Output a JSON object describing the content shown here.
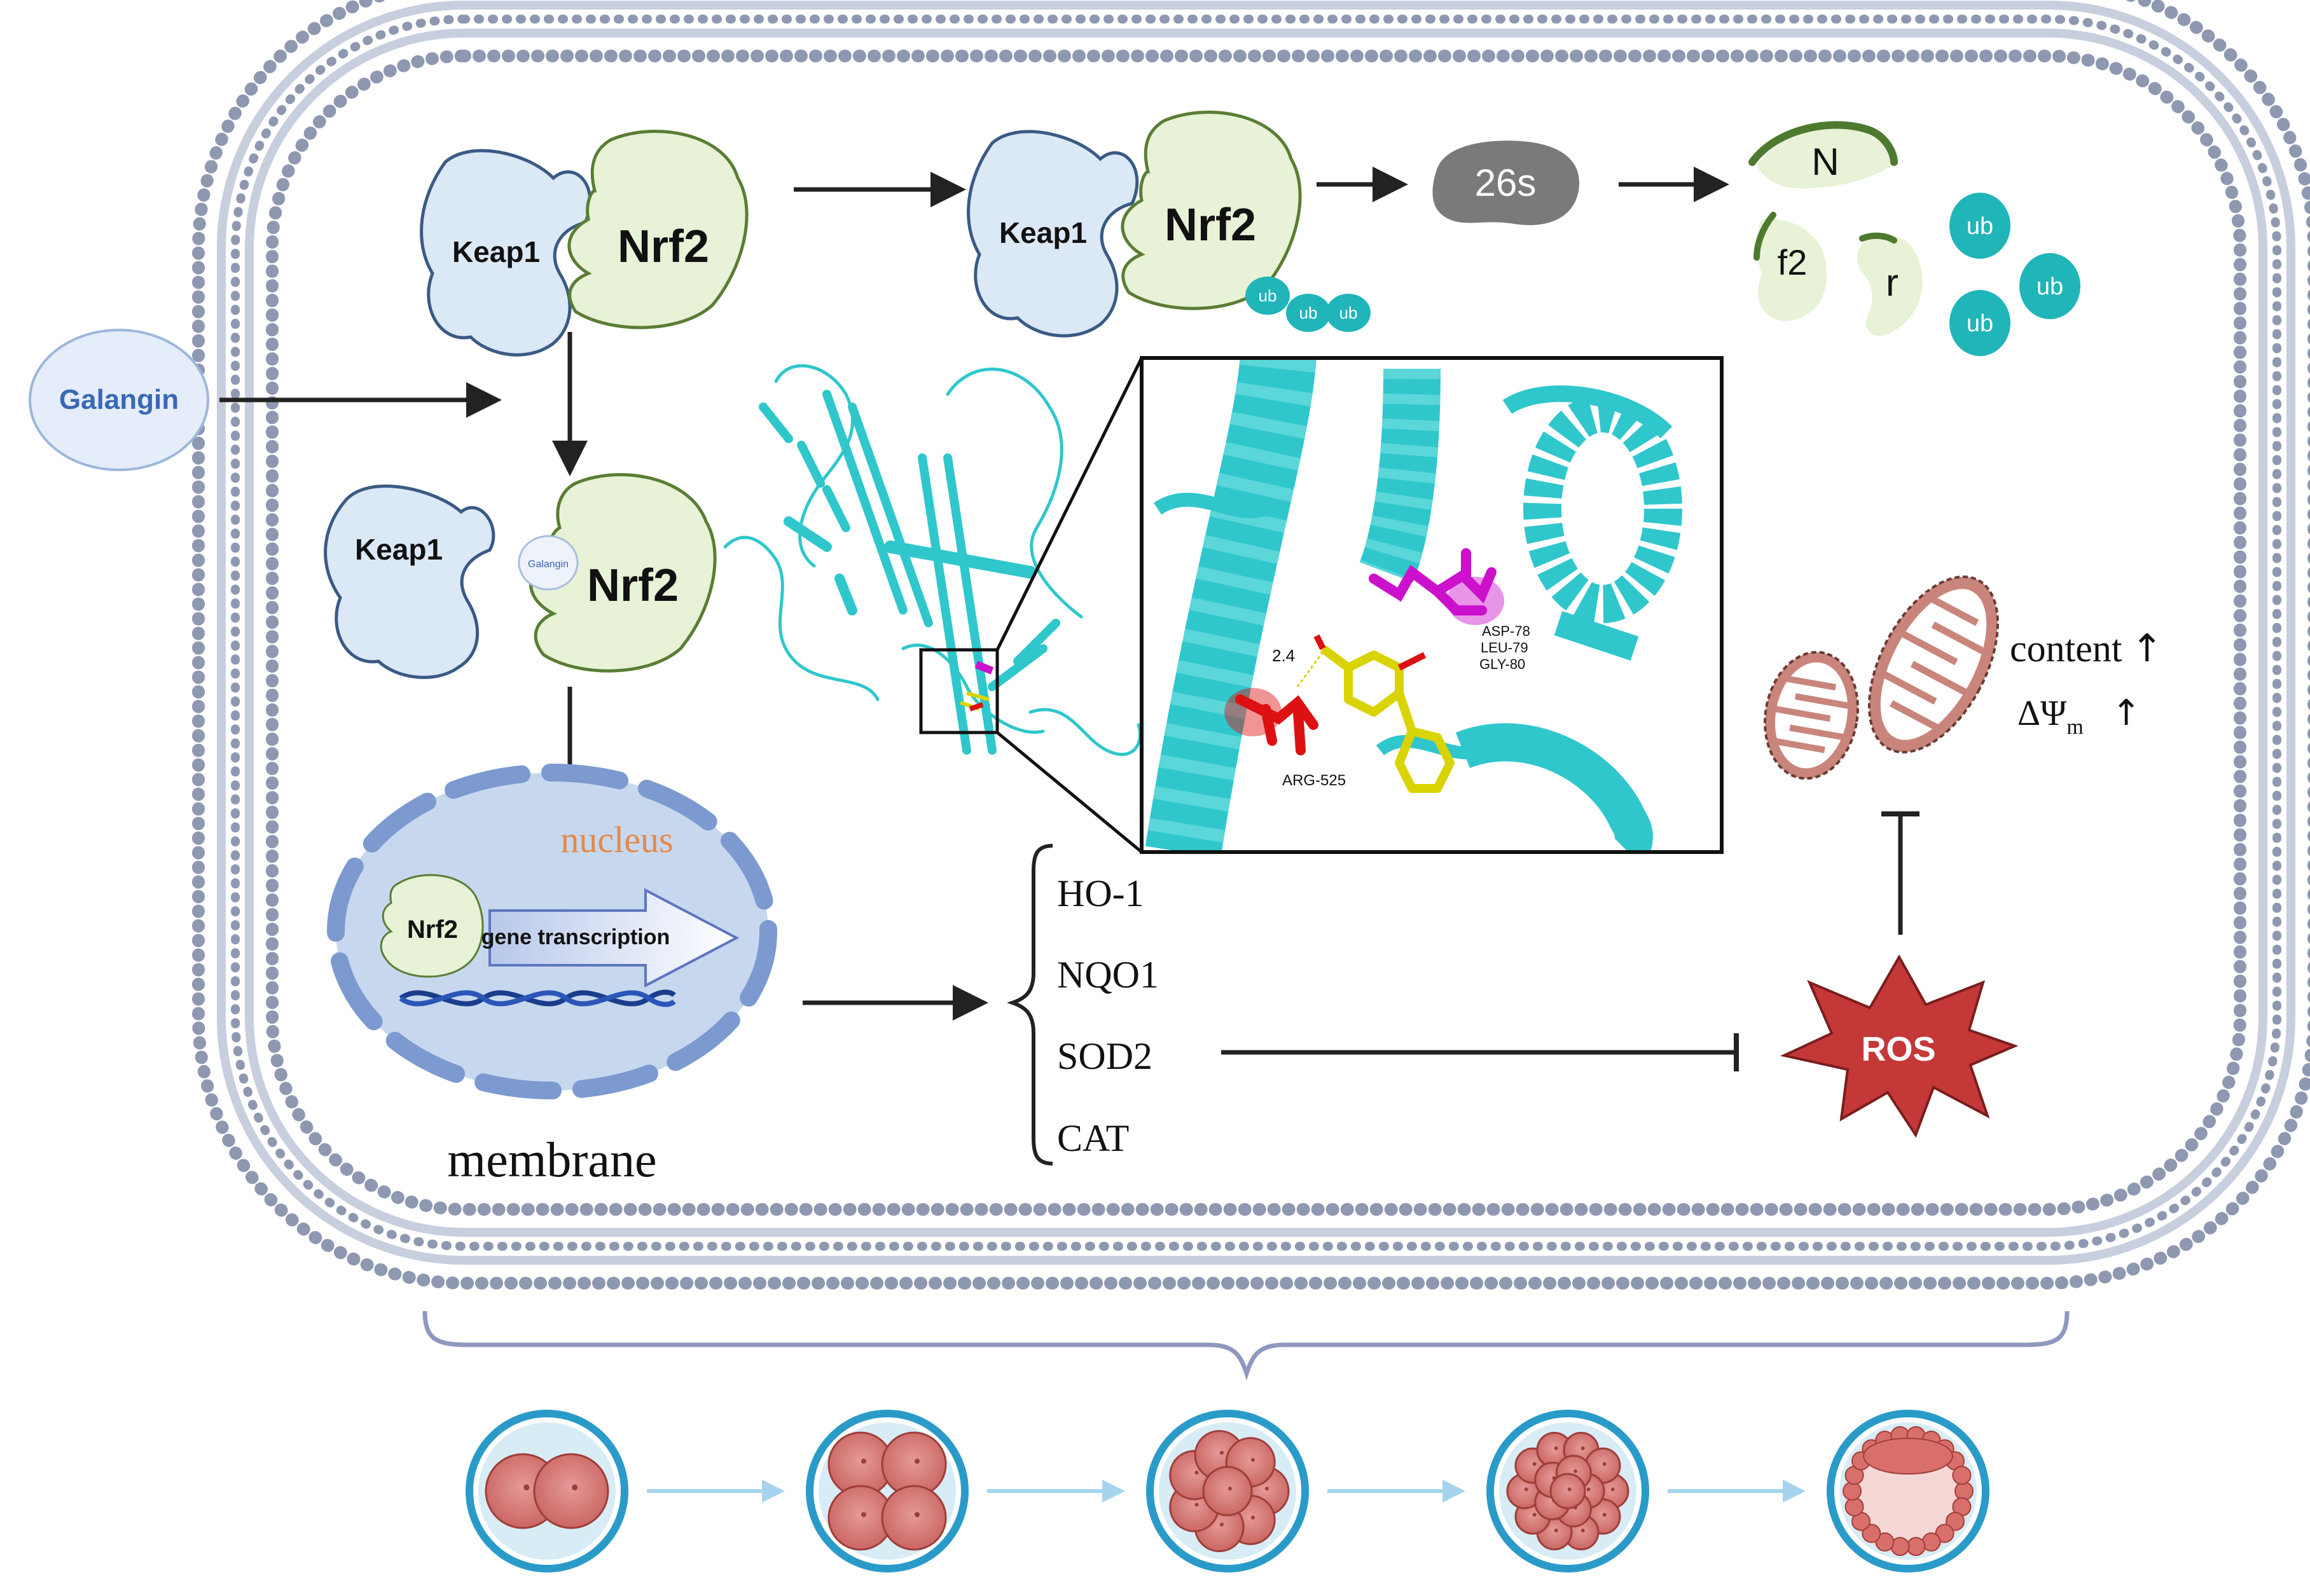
{
  "labels": {
    "galangin": "Galangin",
    "keap1_a": "Keap1",
    "nrf2_a": "Nrf2",
    "keap1_b": "Keap1",
    "nrf2_b": "Nrf2",
    "ub_small_1": "ub",
    "ub_small_2": "ub",
    "ub_small_3": "ub",
    "proteasome": "26s",
    "frag_n": "N",
    "frag_f2": "f2",
    "frag_r": "r",
    "ub_free_1": "ub",
    "ub_free_2": "ub",
    "ub_free_3": "ub",
    "keap1_c": "Keap1",
    "galangin_small": "Galangin",
    "nrf2_c": "Nrf2",
    "nucleus": "nucleus",
    "nrf2_nucleus": "Nrf2",
    "gene_transcription": "gene transcription",
    "membrane": "membrane",
    "genes": [
      "HO-1",
      "NQO1",
      "SOD2",
      "CAT"
    ],
    "ros": "ROS",
    "content": "content",
    "content_arrow": "↑",
    "delta_psi": "ΔΨ",
    "delta_psi_sub": "m",
    "delta_arrow": "↑",
    "docking": {
      "distance": "2.4",
      "residue_arg": "ARG-525",
      "residue_asp": "ASP-78",
      "residue_leu": "LEU-79",
      "residue_gly": "GLY-80"
    }
  },
  "colors": {
    "membrane_dot": "#8e98b0",
    "keap1_fill": "#dbe8f6",
    "keap1_stroke": "#3a5a85",
    "nrf2_fill": "#e7f2d6",
    "nrf2_stroke": "#5a7d35",
    "ub": "#1fb5b9",
    "proteasome": "#7a7a7a",
    "arrow": "#222222",
    "protein": "#2fc7cc",
    "ligand": "#d9d400",
    "arg_residue": "#dd1111",
    "asp_residue": "#cc11cc",
    "ros": "#c43838",
    "mito": "#c9857c",
    "nucleus_fill": "#c7d8ee",
    "nucleus_ring": "#7c9ad0",
    "brace": "#8e98c0",
    "embryo_ring": "#2a9bc9"
  },
  "embryo_stages": [
    {
      "stage": "2-cell",
      "cells": 2
    },
    {
      "stage": "4-cell",
      "cells": 4
    },
    {
      "stage": "8-cell",
      "cells": 8
    },
    {
      "stage": "morula",
      "cells": 16
    },
    {
      "stage": "blastocyst",
      "cells": 0
    }
  ]
}
